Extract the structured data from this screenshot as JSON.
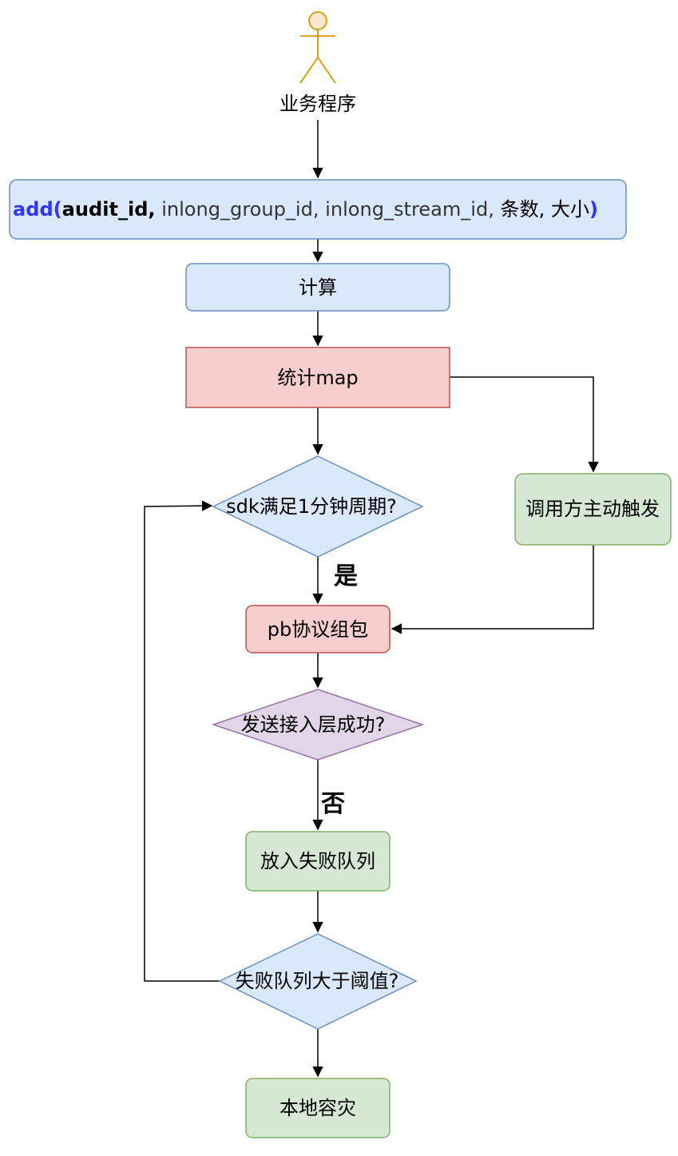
{
  "actor": {
    "label": "业务程序"
  },
  "add_call": {
    "prefix": "add(",
    "audit": "audit_id,",
    "rest_1": " inlong_group_id, inlong_stream_id,",
    "rest_2": " 条数, 大小",
    "suffix": ")"
  },
  "nodes": {
    "compute": "计算",
    "stat_map": "统计map",
    "period_check": "sdk满足1分钟周期?",
    "caller_trigger": "调用方主动触发",
    "pb_pack": "pb协议组包",
    "send_check": "发送接入层成功?",
    "fail_queue": "放入失败队列",
    "queue_check": "失败队列大于阈值?",
    "disaster": "本地容灾"
  },
  "edge_labels": {
    "yes": "是",
    "no": "否"
  },
  "colors": {
    "blue_fill": "#dae8fc",
    "blue_stroke": "#6c8ebf",
    "red_fill": "#f8cecc",
    "red_stroke": "#b85450",
    "green_fill": "#d5e8d4",
    "green_stroke": "#82b366",
    "purple_fill": "#e1d5e7",
    "purple_stroke": "#9673a6",
    "actor_fill": "#ffe6cc",
    "actor_stroke": "#d79b00",
    "accent_blue": "#3333ff",
    "text_grey": "#333333"
  }
}
